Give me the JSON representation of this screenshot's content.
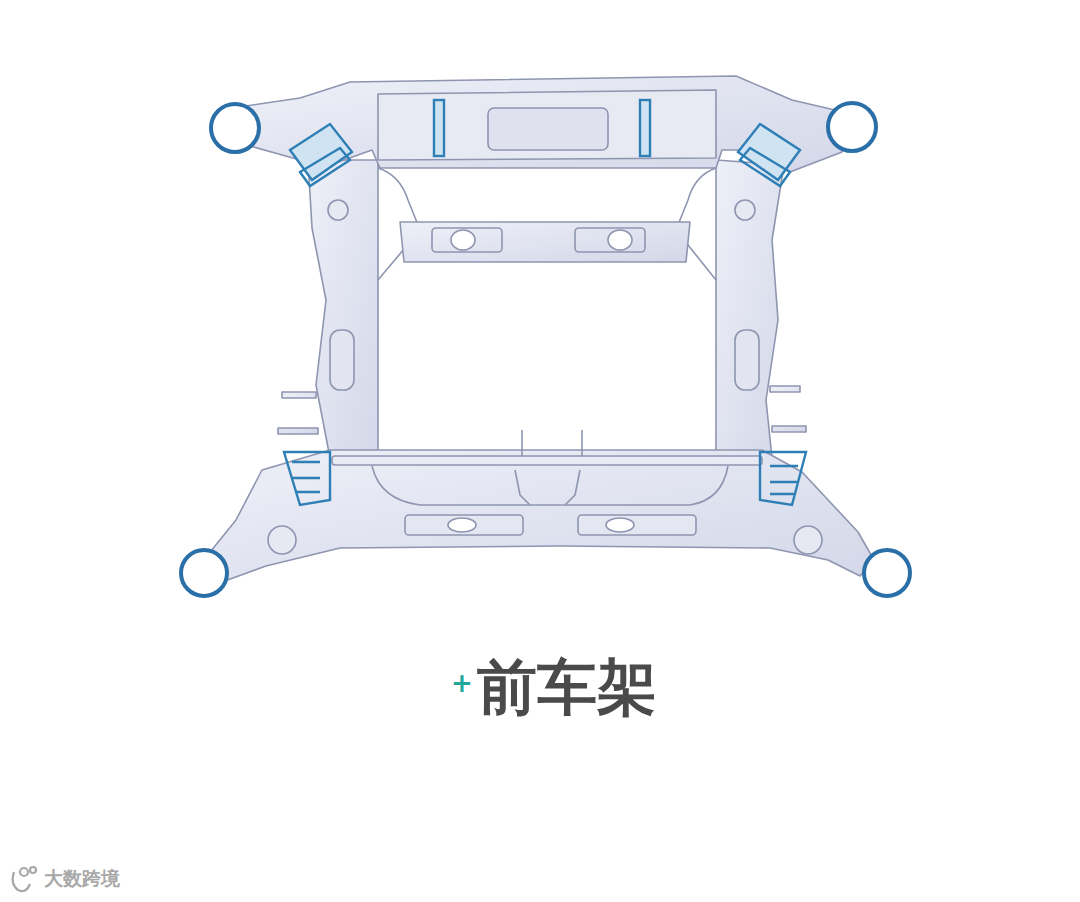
{
  "diagram": {
    "caption": "前车架",
    "labels": [
      "+",
      "大数跨境"
    ]
  }
}
